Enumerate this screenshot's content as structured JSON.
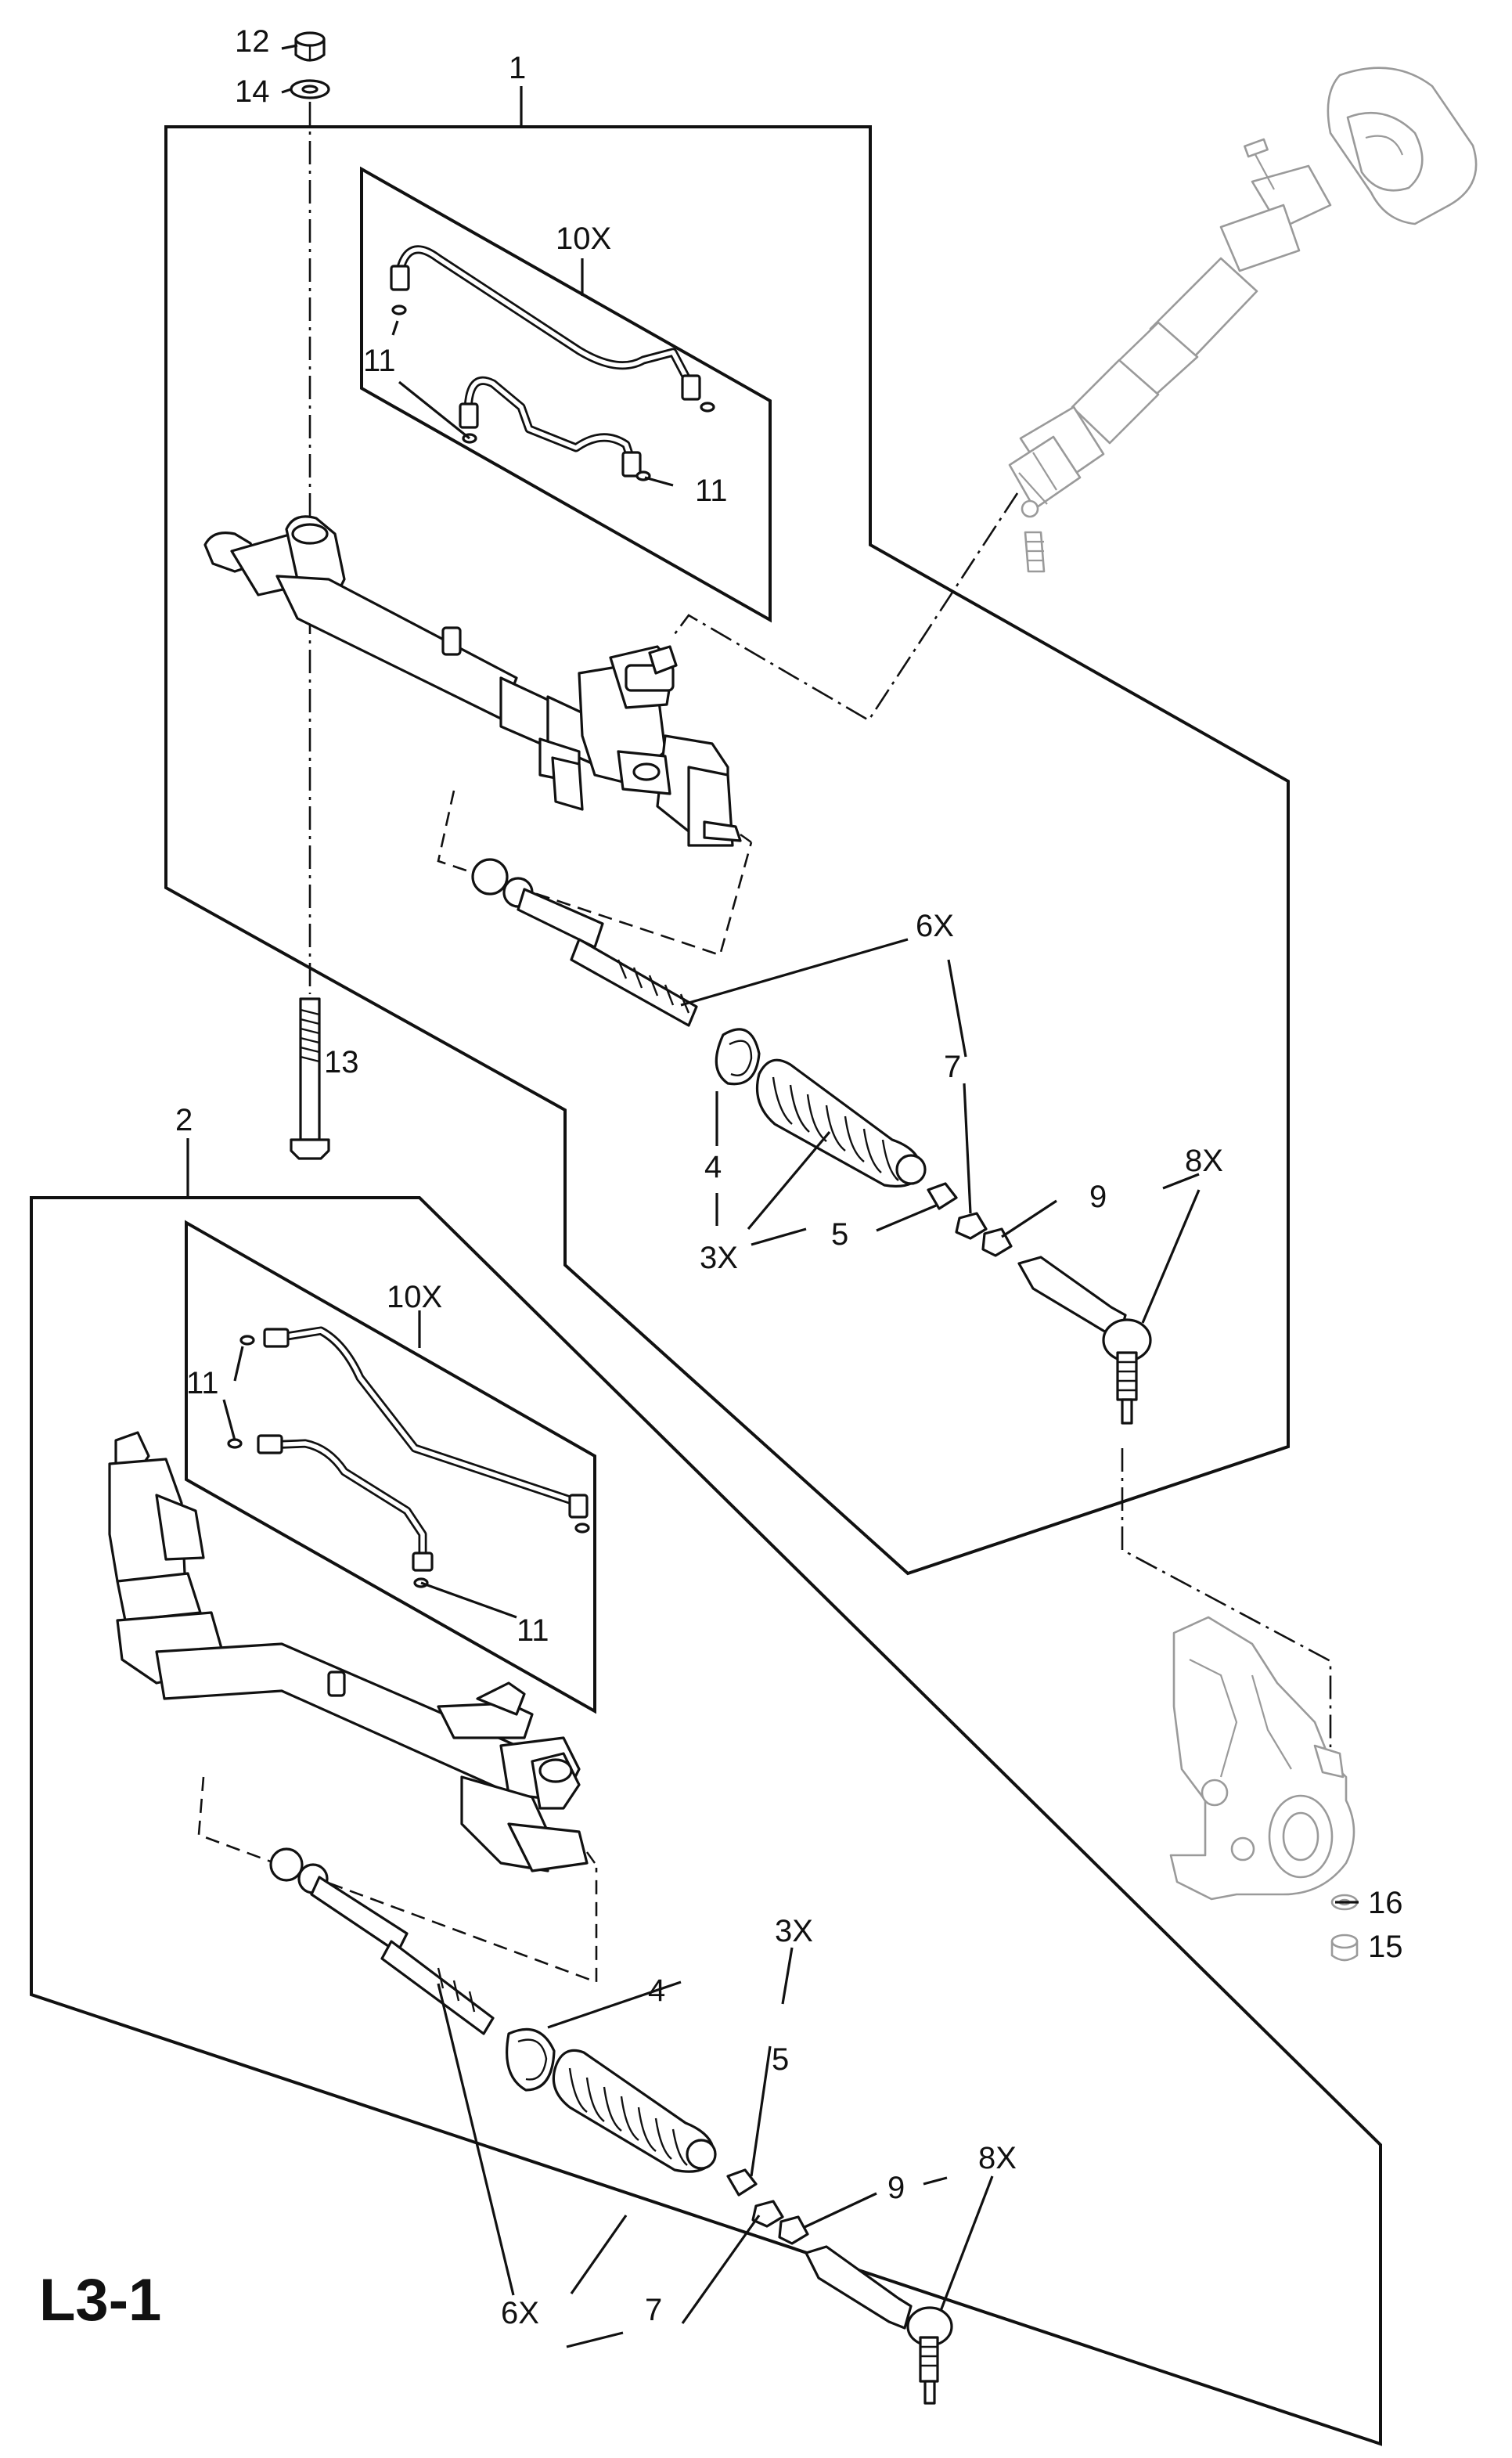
{
  "figure_code": "L3-1",
  "callouts": {
    "c1": "1",
    "c2": "2",
    "c12": "12",
    "c14": "14",
    "c13": "13",
    "c10x_top": "10X",
    "c11_top_a": "11",
    "c11_top_b": "11",
    "c6x_top": "6X",
    "c7_top": "7",
    "c8x_top": "8X",
    "c9_top": "9",
    "c4_top": "4",
    "c3x_top": "3X",
    "c5_top": "5",
    "c10x_bot": "10X",
    "c11_bot_a": "11",
    "c11_bot_b": "11",
    "c16": "16",
    "c15": "15",
    "c3x_bot": "3X",
    "c4_bot": "4",
    "c5_bot": "5",
    "c9_bot": "9",
    "c8x_bot": "8X",
    "c6x_bot": "6X",
    "c7_bot": "7"
  }
}
